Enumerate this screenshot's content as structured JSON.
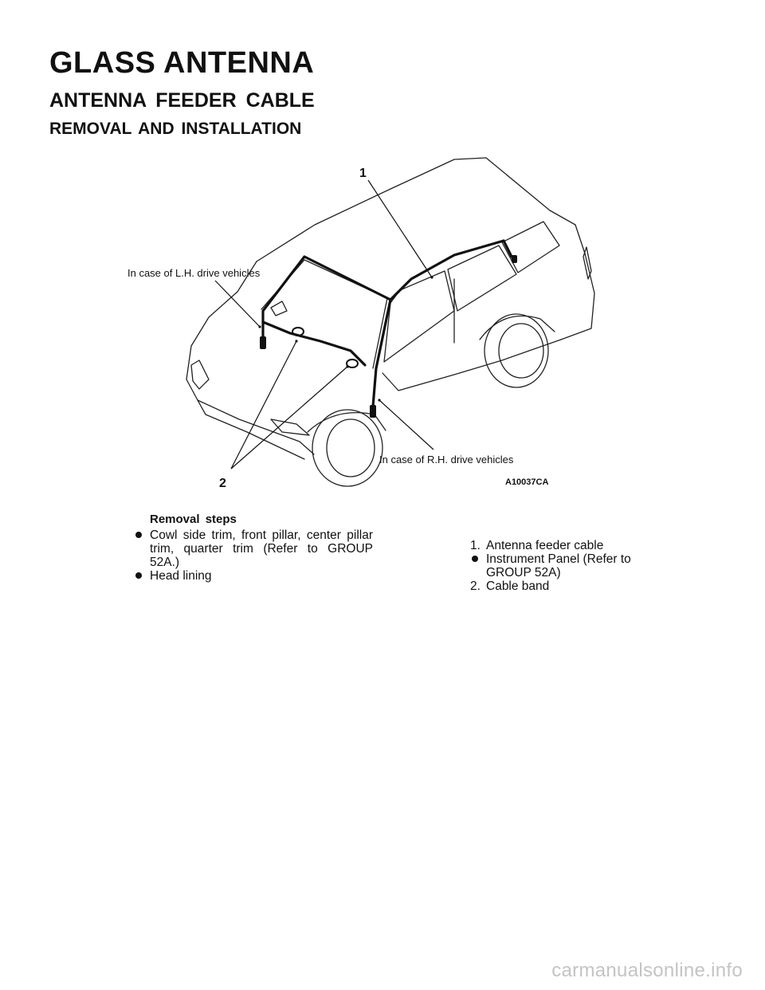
{
  "title": "GLASS ANTENNA",
  "subtitle": "ANTENNA FEEDER CABLE",
  "section": "REMOVAL AND INSTALLATION",
  "figure": {
    "label_lh": "In case of L.H. drive vehicles",
    "label_rh": "In case of R.H. drive vehicles",
    "callout_1": "1",
    "callout_2": "2",
    "figure_id": "A10037CA"
  },
  "removal": {
    "heading": "Removal steps",
    "left_items": [
      {
        "marker": "bullet",
        "text": "Cowl side trim, front pillar, center pillar trim, quarter trim (Refer to GROUP 52A.)"
      },
      {
        "marker": "bullet",
        "text": "Head lining"
      }
    ],
    "right_items": [
      {
        "marker": "1.",
        "text": "Antenna feeder cable"
      },
      {
        "marker": "bullet",
        "text": "Instrument Panel (Refer to GROUP 52A)"
      },
      {
        "marker": "2.",
        "text": "Cable band"
      }
    ]
  },
  "watermark": "carmanualsonline.info"
}
